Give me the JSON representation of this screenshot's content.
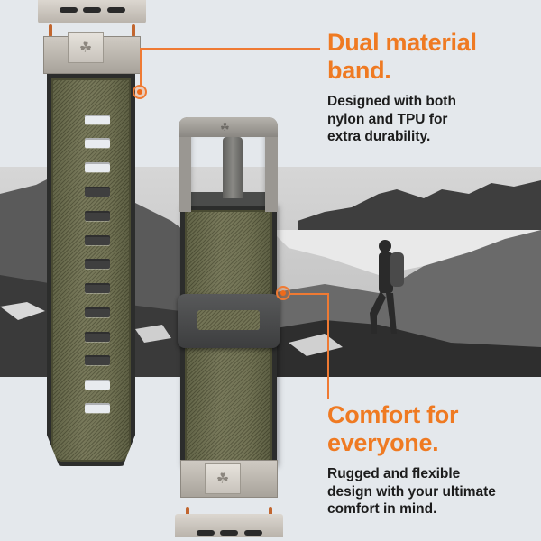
{
  "features": [
    {
      "title_line1": "Dual material",
      "title_line2": "band.",
      "desc_line1": "Designed with both",
      "desc_line2": "nylon and TPU for",
      "desc_line3": "extra durability."
    },
    {
      "title_line1": "Comfort for",
      "title_line2": "everyone.",
      "desc_line1": "Rugged and flexible",
      "desc_line2": "design with your ultimate",
      "desc_line3": "comfort in mind."
    }
  ],
  "colors": {
    "accent": "#ef7a22",
    "background": "#e4e8ec",
    "strap_green": "#6c6d4d",
    "strap_edge": "#2c2d2c",
    "metal": "#c8c3bc",
    "text": "#1c1c1c"
  },
  "icons": {
    "brand_logo": "☘"
  }
}
